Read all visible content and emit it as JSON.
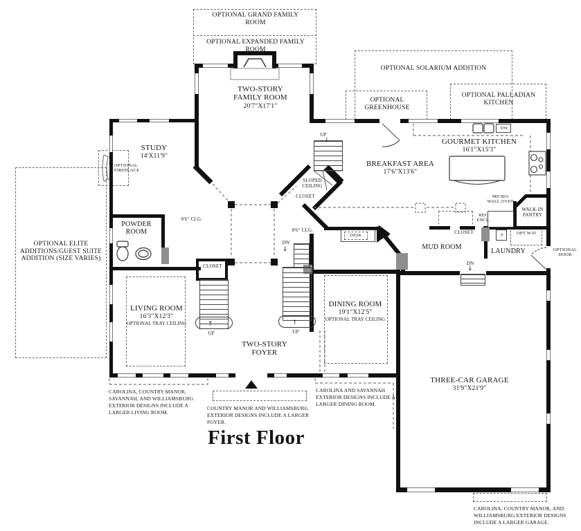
{
  "title": "First Floor",
  "options": {
    "grand_family": "OPTIONAL GRAND FAMILY ROOM",
    "expanded_family": "OPTIONAL EXPANDED FAMILY ROOM",
    "solarium": "OPTIONAL SOLARIUM ADDITION",
    "greenhouse": "OPTIONAL GREENHOUSE",
    "palladian_kitchen": "OPTIONAL PALLADIAN KITCHEN",
    "elite": "OPTIONAL ELITE ADDITIONS/GUEST SUITE ADDITION (SIZE VARIES)",
    "fireplace": "OPTIONAL FIREPLACE",
    "door": "OPTIONAL DOOR",
    "tray_ceiling": "OPTIONAL TRAY CEILING"
  },
  "rooms": {
    "family": {
      "name": "TWO-STORY FAMILY ROOM",
      "dims": "20'7\"X17'1\""
    },
    "study": {
      "name": "STUDY",
      "dims": "14'X11'9\""
    },
    "powder": {
      "name": "POWDER ROOM"
    },
    "breakfast": {
      "name": "BREAKFAST AREA",
      "dims": "17'6\"X13'6\""
    },
    "kitchen": {
      "name": "GOURMET KITCHEN",
      "dims": "16'1\"X15'3\""
    },
    "living": {
      "name": "LIVING ROOM",
      "dims": "16'3\"X12'3\""
    },
    "dining": {
      "name": "DINING ROOM",
      "dims": "19'1\"X12'5\""
    },
    "foyer": {
      "name": "TWO-STORY FOYER"
    },
    "mud": {
      "name": "MUD ROOM"
    },
    "laundry": {
      "name": "LAUNDRY"
    },
    "garage": {
      "name": "THREE-CAR GARAGE",
      "dims": "31'9\"X21'9\""
    }
  },
  "annotations": {
    "up": "UP",
    "dn": "DN",
    "closet": "CLOSET",
    "sloped_ceiling": "SLOPED CEILING",
    "clg": "8'6\" CLG.",
    "desk": "DESK",
    "dw": "DW",
    "micro": "MICRO/ WALL OVEN",
    "pantry": "WALK-IN PANTRY",
    "ref": "REF. ENCL.",
    "tub": "T",
    "optwd": "OPT W/D"
  },
  "notes": {
    "living": "CAROLINA, COUNTRY MANOR, SAVANNAH, AND WILLIAMSBURG EXTERIOR DESIGNS INCLUDE A LARGER LIVING ROOM.",
    "foyer": "COUNTRY MANOR AND WILLIAMSBURG EXTERIOR DESIGNS INCLUDE A LARGER FOYER.",
    "dining": "CAROLINA AND SAVANNAH EXTERIOR DESIGNS INCLUDE A LARGER DINING ROOM.",
    "garage": "CAROLINA, COUNTRY MANOR, AND WILLIAMSBURG EXTERIOR DESIGNS INCLUDE A LARGER GARAGE."
  }
}
